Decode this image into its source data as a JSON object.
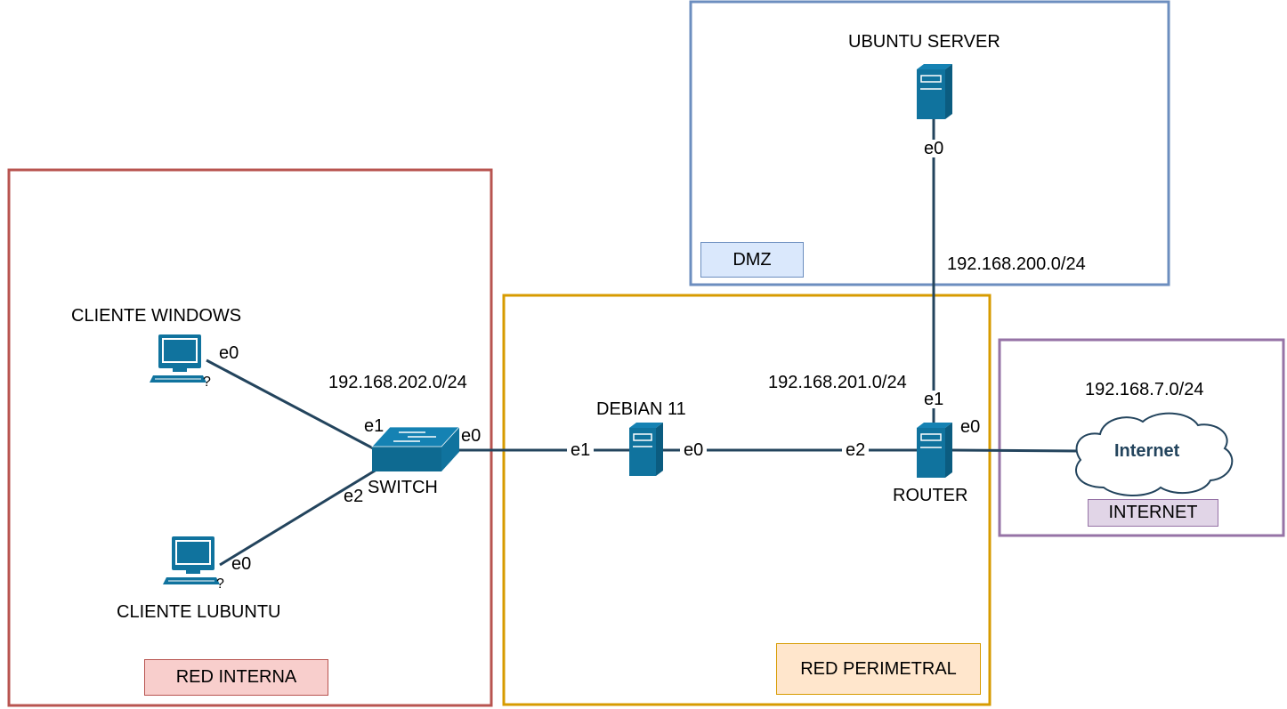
{
  "zones": {
    "red_interna": {
      "tag": "RED INTERNA",
      "border": "#b85450",
      "fill": "#f8cecc"
    },
    "red_perimetral": {
      "tag": "RED PERIMETRAL",
      "border": "#d79b00",
      "fill": "#ffe6cc"
    },
    "dmz": {
      "tag": "DMZ",
      "border": "#6c8ebf",
      "fill": "#dae8fc"
    },
    "internet": {
      "tag": "INTERNET",
      "border": "#9673a6",
      "fill": "#e1d5e7"
    }
  },
  "devices": {
    "cliente_windows": {
      "label": "CLIENTE WINDOWS",
      "icon": "pc-icon"
    },
    "cliente_lubuntu": {
      "label": "CLIENTE LUBUNTU",
      "icon": "pc-icon"
    },
    "switch": {
      "label": "SWITCH",
      "icon": "switch-icon"
    },
    "debian": {
      "label": "DEBIAN 11",
      "icon": "server-icon"
    },
    "router": {
      "label": "ROUTER",
      "icon": "server-icon"
    },
    "ubuntu_server": {
      "label": "UBUNTU SERVER",
      "icon": "server-icon"
    },
    "internet_cloud": {
      "label": "Internet",
      "icon": "cloud-icon"
    }
  },
  "ports": {
    "win_e0": "e0",
    "lub_e0": "e0",
    "sw_e1": "e1",
    "sw_e2": "e2",
    "sw_e0": "e0",
    "deb_e1": "e1",
    "deb_e0": "e0",
    "rt_e2": "e2",
    "rt_e1": "e1",
    "rt_e0": "e0",
    "ub_e0": "e0"
  },
  "networks": {
    "internal": "192.168.202.0/24",
    "perimetral": "192.168.201.0/24",
    "dmz": "192.168.200.0/24",
    "internet": "192.168.7.0/24"
  },
  "colors": {
    "link": "#23445d",
    "device": "#10739e"
  }
}
